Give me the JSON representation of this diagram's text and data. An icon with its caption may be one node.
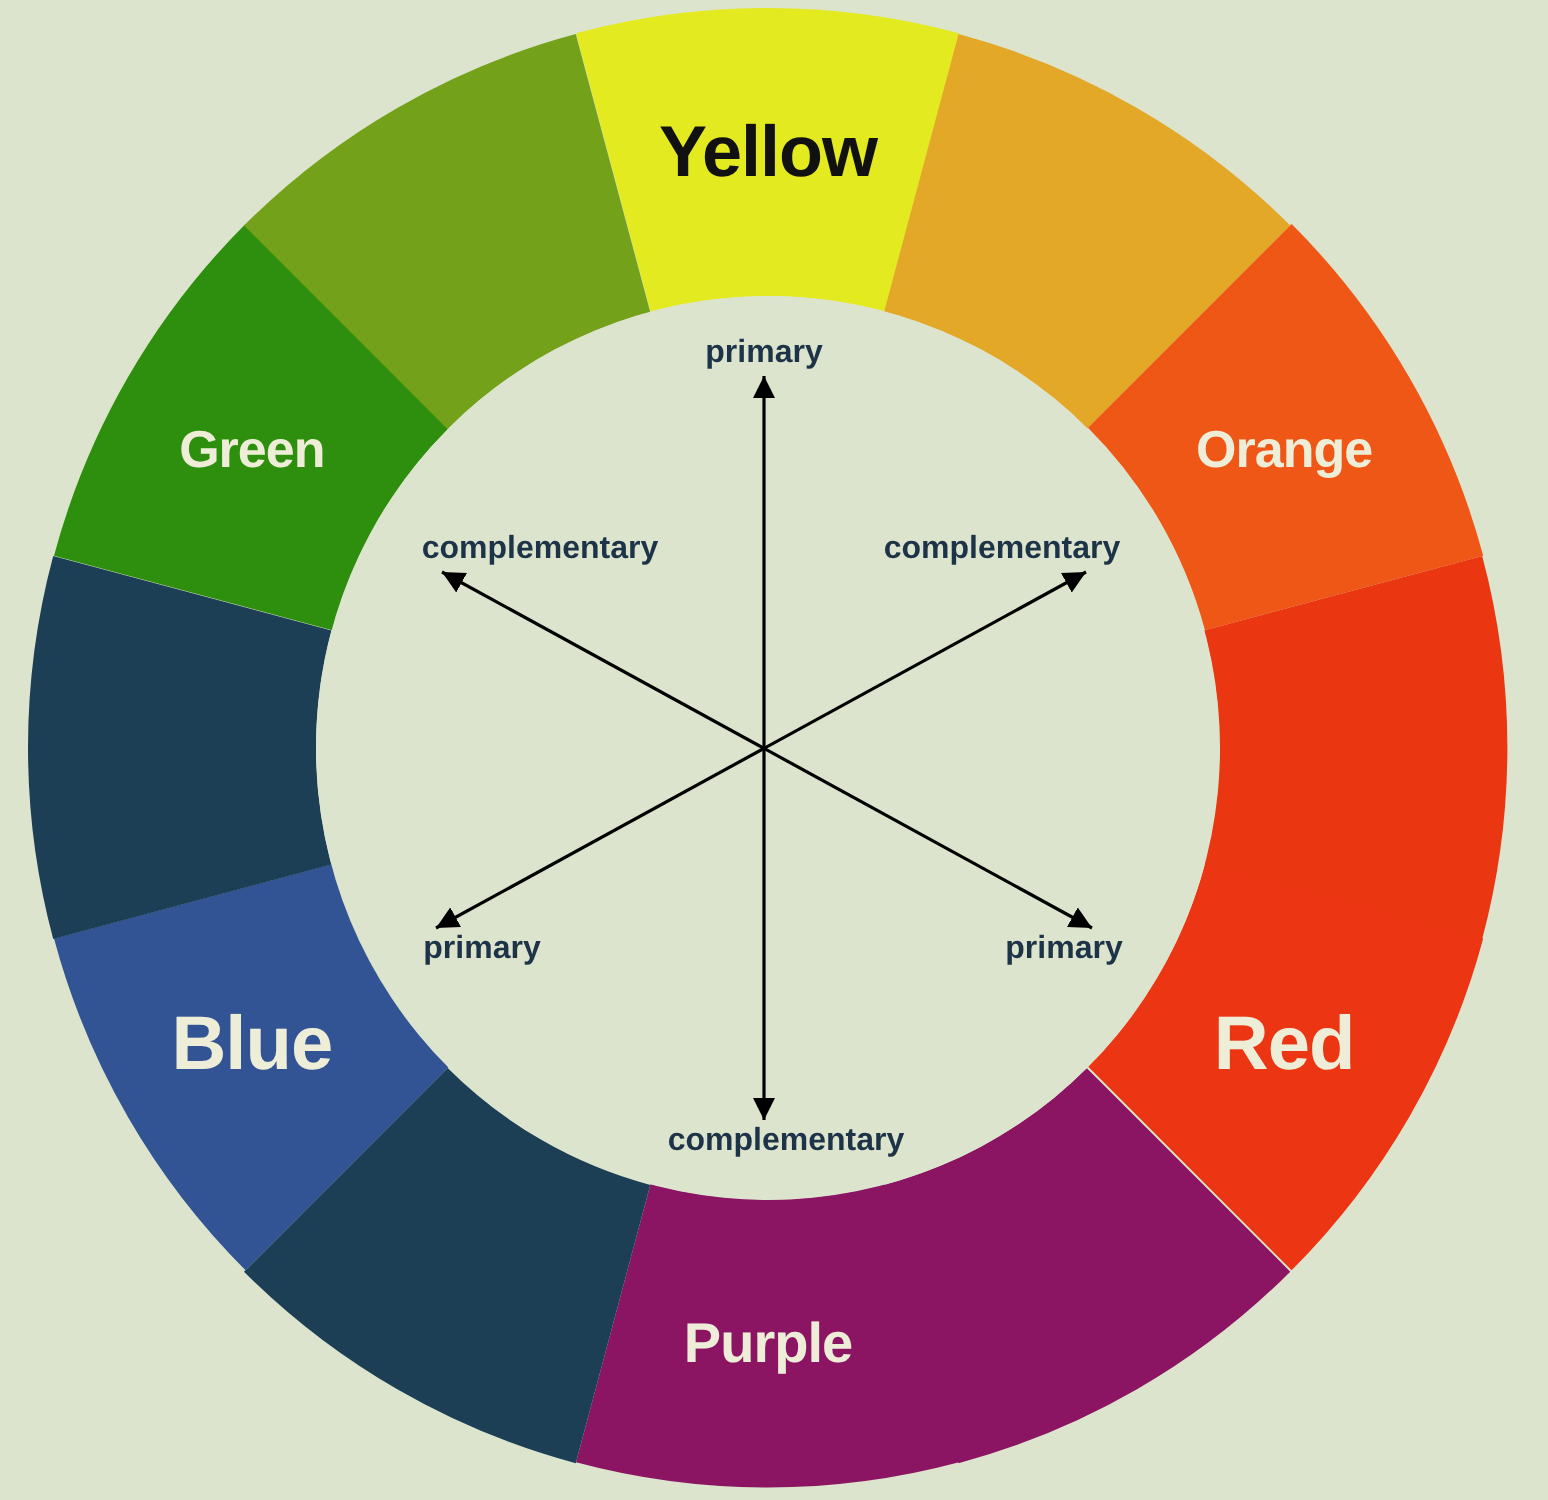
{
  "diagram": {
    "nodes": [
      {
        "text": [
          "Yellow"
        ]
      },
      {
        "text": [],
        "shape": "sector"
      },
      {
        "text": [
          "Orange"
        ]
      },
      {
        "text": [],
        "shape": "sector"
      },
      {
        "text": [
          "Red"
        ]
      },
      {
        "text": [],
        "shape": "sector"
      },
      {
        "text": [
          "Purple"
        ]
      },
      {
        "text": [],
        "shape": "sector"
      },
      {
        "text": [
          "Blue"
        ]
      },
      {
        "text": [],
        "shape": "sector"
      },
      {
        "text": [
          "Green"
        ]
      },
      {
        "text": [],
        "shape": "sector"
      },
      {
        "text": [],
        "shape": "circle"
      },
      {
        "text": [
          "primary"
        ],
        "in": 12
      },
      {
        "text": [
          "complementary"
        ],
        "in": 12
      },
      {
        "text": [
          "complementary"
        ],
        "in": 12
      },
      {
        "text": [
          "primary"
        ],
        "in": 12
      },
      {
        "text": [
          "primary"
        ],
        "in": 12
      },
      {
        "text": [
          "complementary"
        ],
        "in": 12
      }
    ],
    "edges": [
      {
        "from": 13,
        "to": 18,
        "arrow": "both"
      },
      {
        "from": 14,
        "to": 17,
        "arrow": "both"
      },
      {
        "from": 15,
        "to": 16,
        "arrow": "both"
      }
    ]
  }
}
